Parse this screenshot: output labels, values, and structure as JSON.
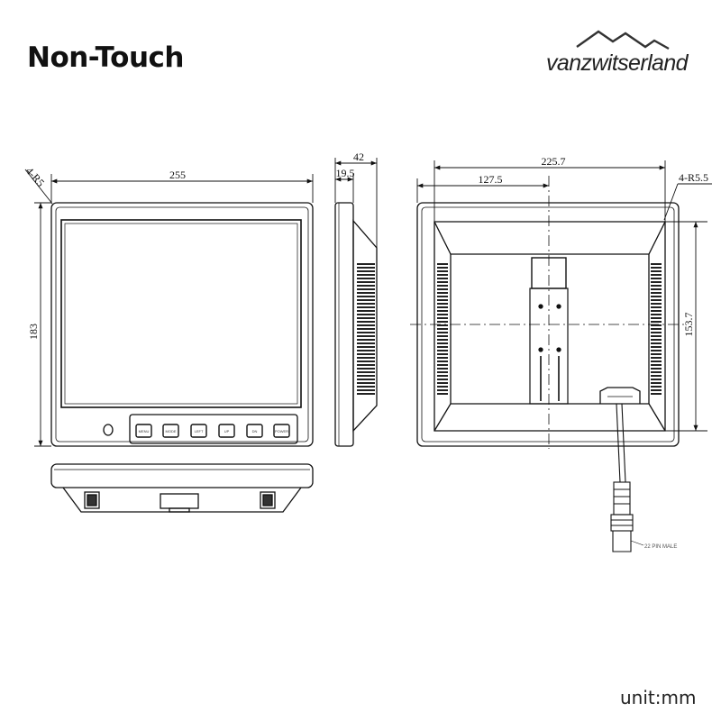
{
  "title": "Non-Touch",
  "brand": {
    "name": "vanzwitserland",
    "logo_icon": "mountain-logo-icon"
  },
  "unit": "unit:mm",
  "front_view": {
    "width": "255",
    "height": "183",
    "corner_radius": "4-R5",
    "buttons": [
      "MENU",
      "MODE",
      "LEFT",
      "UP",
      "DN",
      "POWER"
    ]
  },
  "side_view": {
    "depth": "42",
    "bezel_depth": "19.5"
  },
  "back_view": {
    "width": "225.7",
    "half_width": "127.5",
    "height": "153.7",
    "corner_radius": "4-R5.5",
    "connector_label": "22 PIN MALE"
  }
}
